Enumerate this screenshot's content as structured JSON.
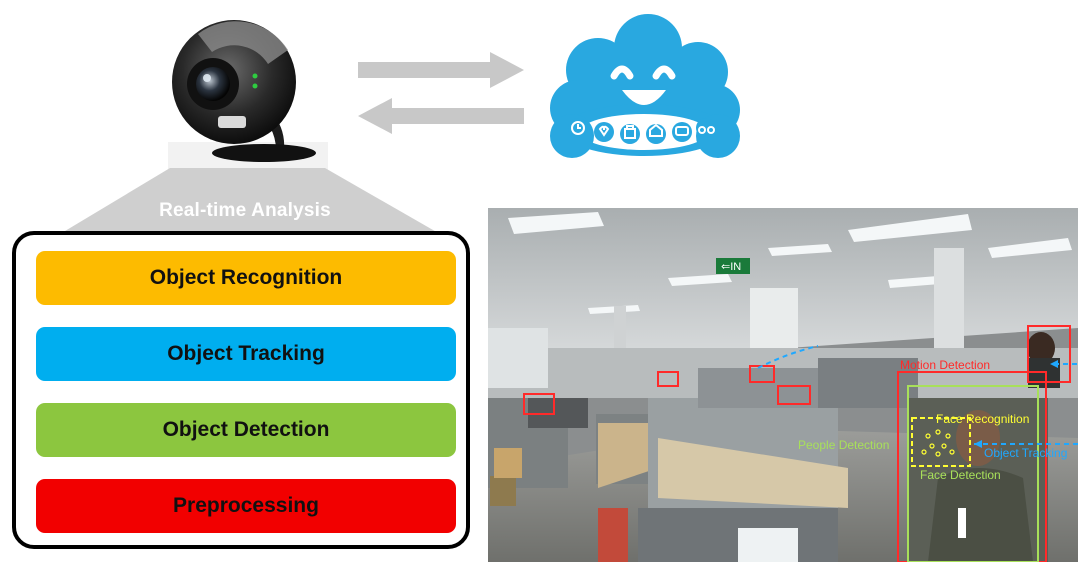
{
  "analysis": {
    "title": "Real-time Analysis",
    "layers": [
      {
        "label": "Object Recognition",
        "color": "#FDBB00"
      },
      {
        "label": "Object Tracking",
        "color": "#00AEEF"
      },
      {
        "label": "Object Detection",
        "color": "#8CC63F"
      },
      {
        "label": "Preprocessing",
        "color": "#F20000"
      }
    ]
  },
  "cloud": {
    "color": "#29A8E0",
    "icons": [
      "clock-icon",
      "heart-icon",
      "lock-icon",
      "home-icon",
      "car-icon",
      "bicycle-icon"
    ]
  },
  "scene": {
    "labels": {
      "motion_detection": "Motion Detection",
      "face_recognition": "Face Recognition",
      "people_detection": "People Detection",
      "object_tracking": "Object Tracking",
      "face_detection": "Face Detection"
    },
    "colors": {
      "motion": "#ff2a2a",
      "recognition": "#ffff33",
      "people": "#a8e05a",
      "tracking": "#1fa8ff",
      "face": "#a8e05a"
    }
  }
}
